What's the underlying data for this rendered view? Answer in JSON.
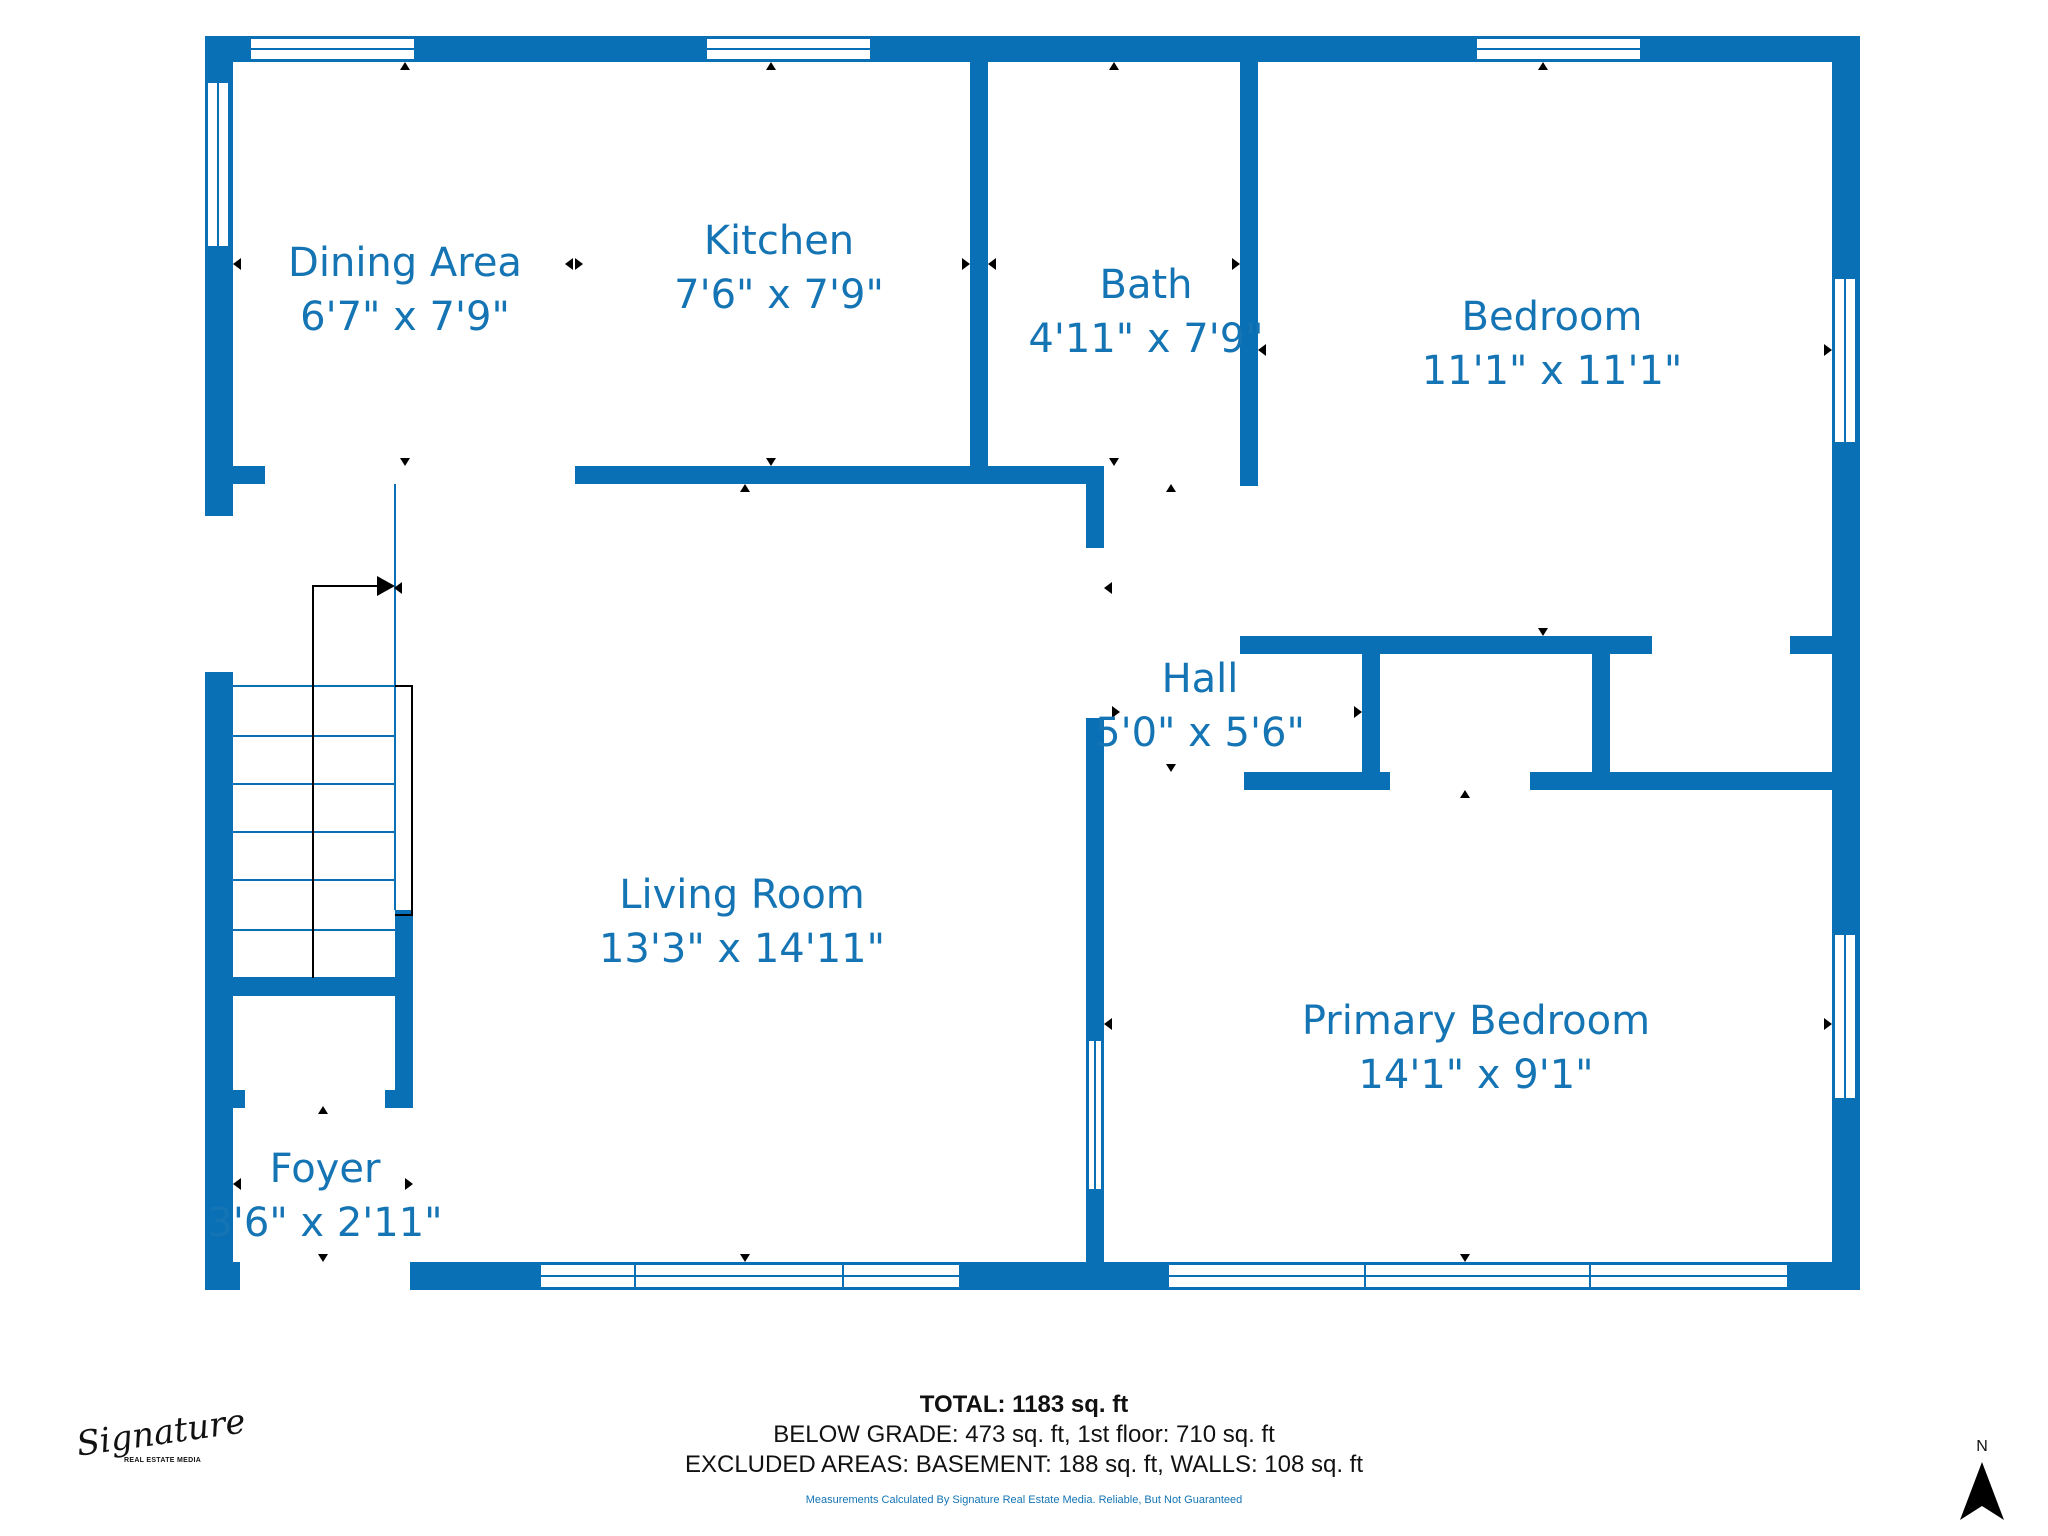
{
  "rooms": {
    "dining": {
      "name": "Dining Area",
      "dims": "6'7\" x 7'9\""
    },
    "kitchen": {
      "name": "Kitchen",
      "dims": "7'6\" x 7'9\""
    },
    "bath": {
      "name": "Bath",
      "dims": "4'11\" x 7'9\""
    },
    "bedroom": {
      "name": "Bedroom",
      "dims": "11'1\" x 11'1\""
    },
    "hall": {
      "name": "Hall",
      "dims": "5'0\" x 5'6\""
    },
    "living": {
      "name": "Living Room",
      "dims": "13'3\" x 14'11\""
    },
    "primary": {
      "name": "Primary Bedroom",
      "dims": "14'1\" x 9'1\""
    },
    "foyer": {
      "name": "Foyer",
      "dims": "3'6\" x 2'11\""
    }
  },
  "summary": {
    "total": "TOTAL: 1183 sq. ft",
    "below_grade": "BELOW GRADE: 473 sq. ft, 1st floor: 710 sq. ft",
    "excluded": "EXCLUDED AREAS: BASEMENT: 188 sq. ft, WALLS: 108 sq. ft",
    "disclaimer": "Measurements Calculated By Signature Real Estate Media. Reliable, But Not Guaranteed"
  },
  "logo": {
    "script": "Signature",
    "subtitle": "REAL ESTATE MEDIA"
  },
  "compass": {
    "label": "N"
  },
  "colors": {
    "wall": "#0a70b5",
    "text": "#1474b4"
  }
}
